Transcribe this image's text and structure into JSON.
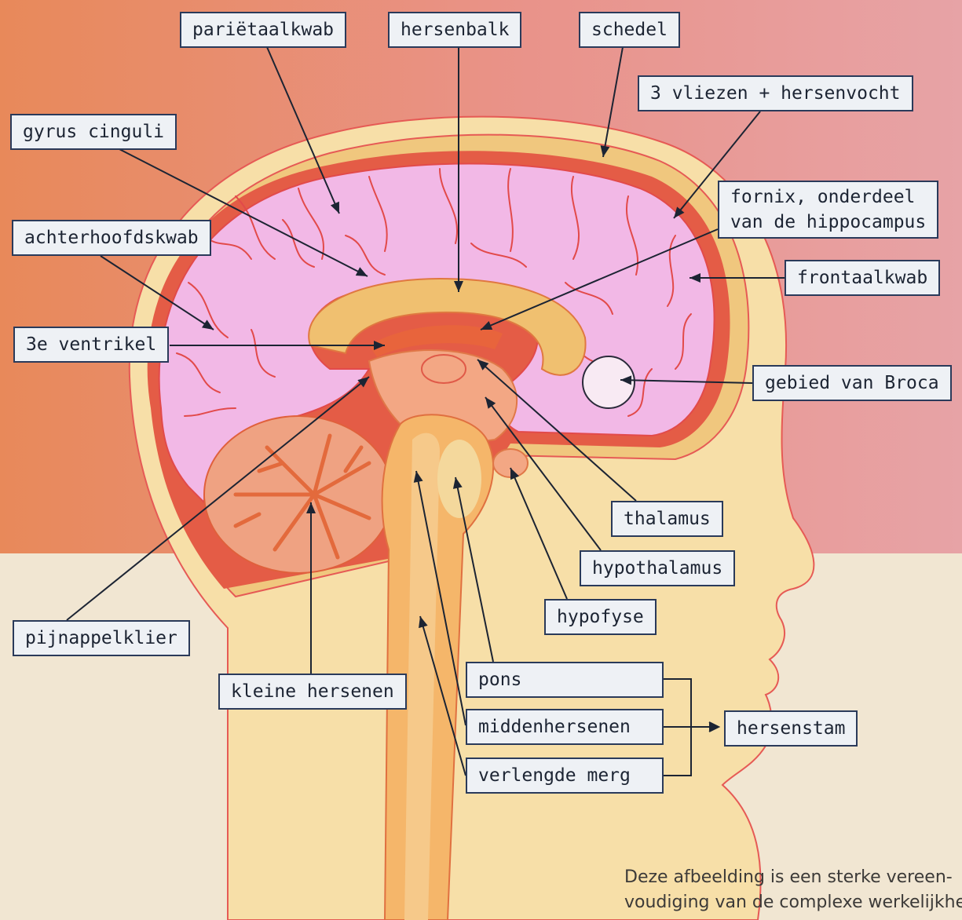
{
  "labels": {
    "parietaalkwab": "pariëtaalkwab",
    "hersenbalk": "hersenbalk",
    "schedel": "schedel",
    "vliezen": "3 vliezen + hersenvocht",
    "gyrus": "gyrus cinguli",
    "fornix_line1": "fornix, onderdeel",
    "fornix_line2": "van de hippocampus",
    "achterhoofdskwab": "achterhoofdskwab",
    "frontaalkwab": "frontaalkwab",
    "ventrikel": "3e ventrikel",
    "broca": "gebied van Broca",
    "thalamus": "thalamus",
    "hypothalamus": "hypothalamus",
    "hypofyse": "hypofyse",
    "pijnappelklier": "pijnappelklier",
    "kleine_hersenen": "kleine hersenen",
    "pons": "pons",
    "middenhersenen": "middenhersenen",
    "verlengde_merg": "verlengde merg",
    "hersenstam": "hersenstam"
  },
  "note": {
    "line1": "Deze afbeelding is een sterke vereen-",
    "line2": "voudiging van de complexe werkelijkhe"
  },
  "colors": {
    "background_top_left": "#e8895a",
    "background_top_right": "#e7a3a6",
    "background_bottom": "#f1e6d2",
    "head": "#f7dfa8",
    "skull": "#f0c77e",
    "membranes": "#e45c46",
    "cortex": "#f2b8e6",
    "label_border": "#2a3a5a"
  }
}
